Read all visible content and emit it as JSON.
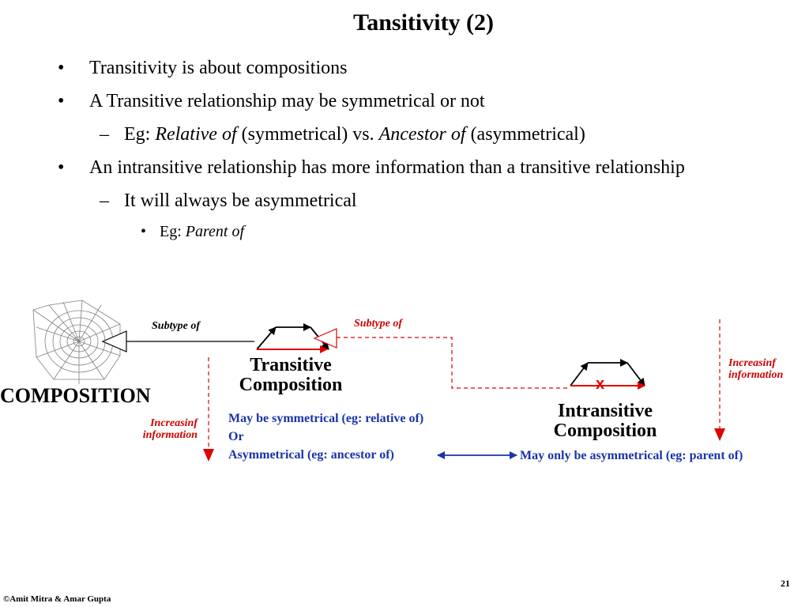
{
  "slide": {
    "title": "Tansitivity (2)",
    "page_number": "21",
    "copyright": "©Amit Mitra & Amar Gupta"
  },
  "bullets": {
    "b1": "Transitivity is about compositions",
    "b2": "A Transitive relationship may be symmetrical or not",
    "b2_sub": {
      "prefix": "Eg: ",
      "term1": "Relative of",
      "mid": " (symmetrical) vs. ",
      "term2": "Ancestor of",
      "suffix": " (asymmetrical)"
    },
    "b3": "An intransitive relationship has more information than a transitive relationship",
    "b3_sub": "It will always be asymmetrical",
    "b3_subsub": {
      "prefix": "Eg: ",
      "term": "Parent of"
    }
  },
  "markers": {
    "bullet": "•",
    "dash": "–"
  },
  "diagram": {
    "composition_label": "COMPOSITION",
    "subtype_left": "Subtype of",
    "subtype_right": "Subtype of",
    "transitive": {
      "line1": "Transitive",
      "line2": "Composition"
    },
    "intransitive": {
      "line1": "Intransitive",
      "line2": "Composition"
    },
    "increasing_left": {
      "line1": "Increasinf",
      "line2": "information"
    },
    "increasing_right": {
      "line1": "Increasinf",
      "line2": "information"
    },
    "transitive_note": {
      "line1": "May be symmetrical (eg: relative of)",
      "line2": "Or",
      "line3": "Asymmetrical (eg: ancestor of)"
    },
    "intransitive_note": "May only be asymmetrical (eg: parent of)",
    "x_mark": "x"
  },
  "colors": {
    "red": "#e00000",
    "blue": "#1a33a8"
  },
  "icons": [
    "spider-web-icon"
  ]
}
